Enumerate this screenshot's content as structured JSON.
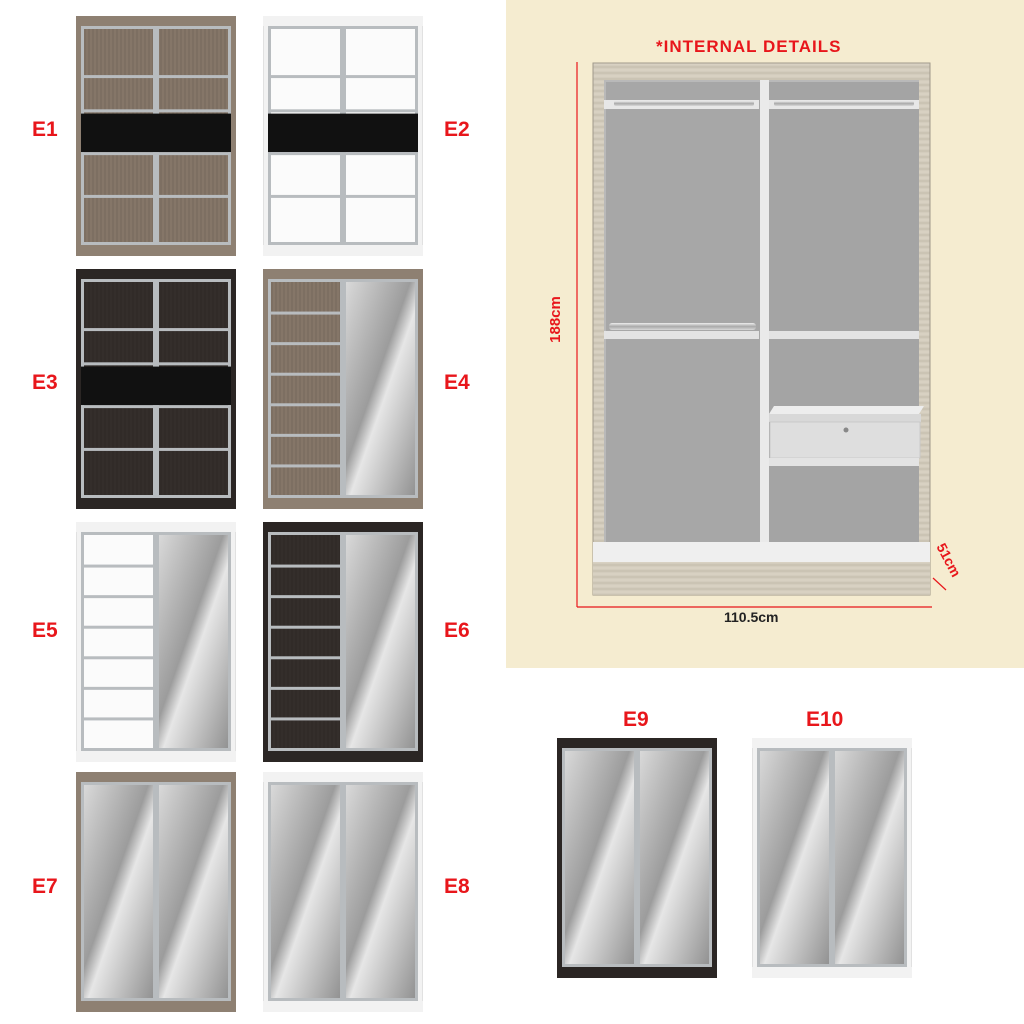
{
  "colors": {
    "oak_frame": "#8e8072",
    "oak_panel": "#857668",
    "white_frame": "#f2f2f2",
    "white_panel": "#fbfbfb",
    "dark_frame": "#2b2624",
    "dark_panel": "#342e2b",
    "black_glass": "#111111",
    "chrome": "#b8bcbf",
    "mirror": "#bdbdbd",
    "label_red": "#e8161b",
    "panel_bg": "#f5ecd0"
  },
  "wardrobes": [
    {
      "code": "E1",
      "finish": "oak",
      "design": "black-band"
    },
    {
      "code": "E2",
      "finish": "white",
      "design": "black-band"
    },
    {
      "code": "E3",
      "finish": "dark",
      "design": "black-band"
    },
    {
      "code": "E4",
      "finish": "oak",
      "design": "strips-mirror"
    },
    {
      "code": "E5",
      "finish": "white",
      "design": "strips-mirror"
    },
    {
      "code": "E6",
      "finish": "dark",
      "design": "strips-mirror"
    },
    {
      "code": "E7",
      "finish": "oak",
      "design": "double-mirror"
    },
    {
      "code": "E8",
      "finish": "white",
      "design": "double-mirror"
    },
    {
      "code": "E9",
      "finish": "dark",
      "design": "double-mirror"
    },
    {
      "code": "E10",
      "finish": "white",
      "design": "double-mirror"
    }
  ],
  "internal": {
    "title": "*INTERNAL DETAILS",
    "height": "188cm",
    "width": "110.5cm",
    "depth": "51cm"
  }
}
